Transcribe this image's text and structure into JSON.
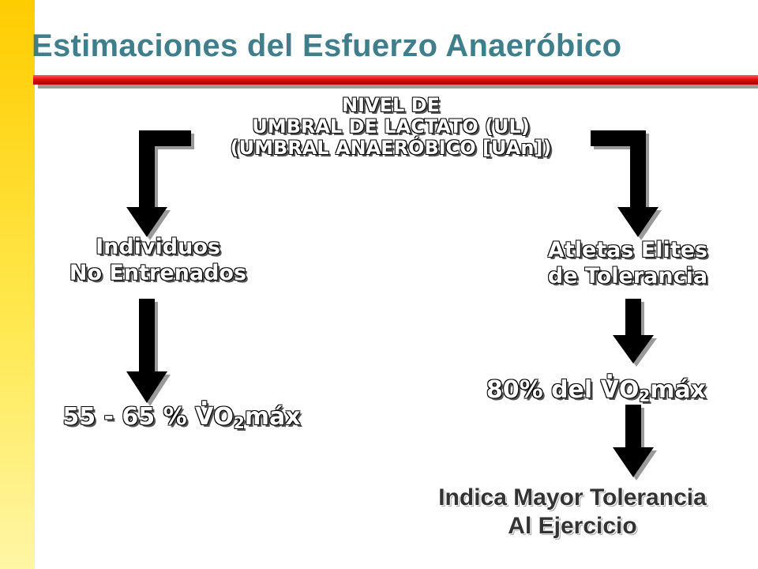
{
  "slide": {
    "title": "Estimaciones del Esfuerzo Anaeróbico",
    "accent_color": "#3f7f8c",
    "rule_color": "#e01010",
    "sidebar_color": "#ffd92a"
  },
  "diagram": {
    "top_node": {
      "line1": "NIVEL DE",
      "line2": "UMBRAL DE LACTATO (UL)",
      "line3": "(UMBRAL ANAERÓBICO [UAn])"
    },
    "left_branch": {
      "node_line1": "Individuos",
      "node_line2": "No Entrenados",
      "value_prefix": "55 - 65 % ",
      "value_v": "V",
      "value_o": "O",
      "value_sub": "2",
      "value_suffix": "máx"
    },
    "right_branch": {
      "node_line1": "Atletas Elites",
      "node_line2": "de Tolerancia",
      "value_prefix": "80% del ",
      "value_v": "V",
      "value_o": "O",
      "value_sub": "2",
      "value_suffix": "máx",
      "result_line1": "Indica Mayor Tolerancia",
      "result_line2": "Al Ejercicio"
    },
    "icons": {
      "arrow": "down-arrow-icon",
      "connector": "elbow-connector-icon"
    }
  }
}
